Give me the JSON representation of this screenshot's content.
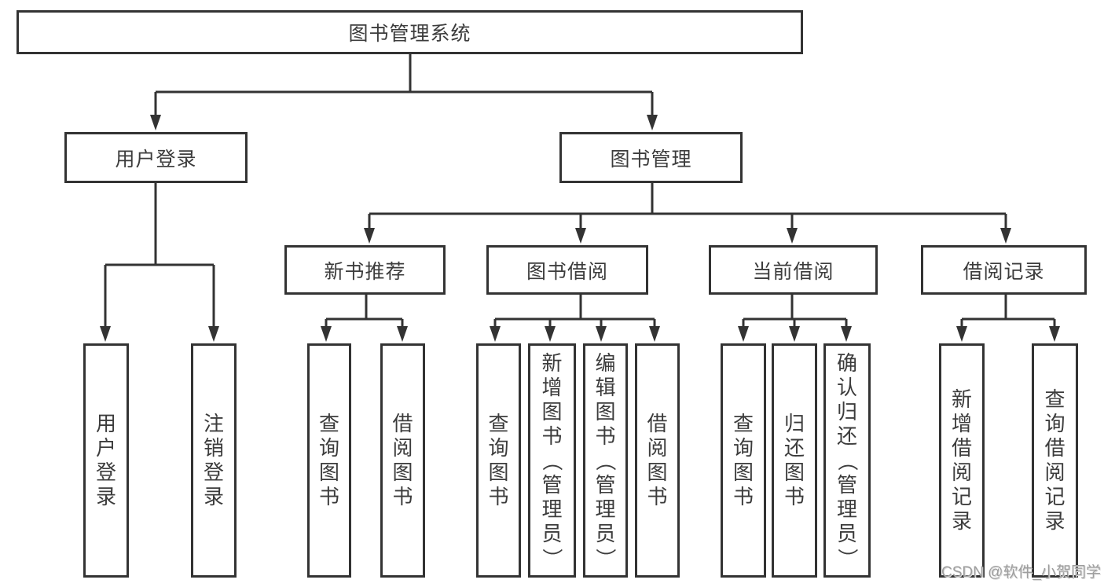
{
  "chart": {
    "title": "图书管理系统",
    "branches": [
      {
        "label": "用户登录",
        "children": [
          "用户登录",
          "注销登录"
        ]
      },
      {
        "label": "图书管理",
        "children": [
          {
            "label": "新书推荐",
            "children": [
              "查询图书",
              "借阅图书"
            ]
          },
          {
            "label": "图书借阅",
            "children": [
              "查询图书",
              "新增图书（管理员）",
              "编辑图书（管理员）",
              "借阅图书"
            ]
          },
          {
            "label": "当前借阅",
            "children": [
              "查询图书",
              "归还图书",
              "确认归还（管理员）"
            ]
          },
          {
            "label": "借阅记录",
            "children": [
              "新增借阅记录",
              "查询借阅记录"
            ]
          }
        ]
      }
    ]
  },
  "watermark": {
    "text": "CSDN @软件_小贺同学"
  },
  "colors": {
    "line": "#333333",
    "text": "#3c3c3c",
    "box_background": "#ffffff",
    "watermark": "#9e9e9e"
  }
}
